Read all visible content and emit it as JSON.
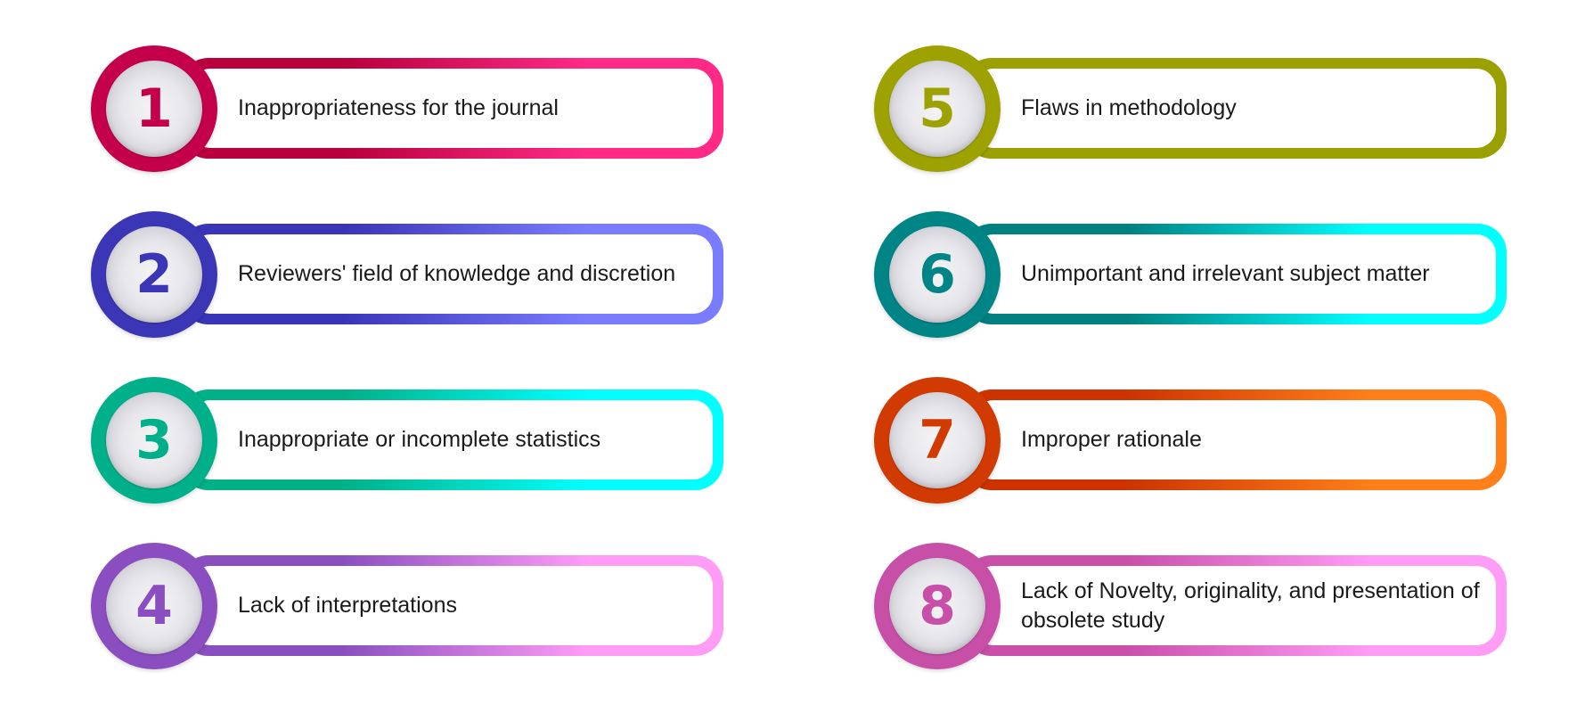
{
  "items": [
    {
      "number": "1",
      "text": "Inappropriateness for the journal",
      "color_start": "#b8003c",
      "color_end": "#ff2a86",
      "badge_color": "#c4004a"
    },
    {
      "number": "2",
      "text": "Reviewers' field of knowledge and discretion",
      "color_start": "#3a34b8",
      "color_end": "#7a7cff",
      "badge_color": "#3b36b6"
    },
    {
      "number": "3",
      "text": "Inappropriate or incomplete statistics",
      "color_start": "#00b086",
      "color_end": "#00ffff",
      "badge_color": "#00b08a"
    },
    {
      "number": "4",
      "text": "Lack of interpretations",
      "color_start": "#8a4fbf",
      "color_end": "#ff9cf6",
      "badge_color": "#8b4ec0"
    },
    {
      "number": "5",
      "text": "Flaws in methodology",
      "color_start": "#9aa000",
      "color_end": "#9aa000",
      "badge_color": "#9ea200"
    },
    {
      "number": "6",
      "text": "Unimportant and irrelevant subject matter",
      "color_start": "#008080",
      "color_end": "#00ffff",
      "badge_color": "#008587"
    },
    {
      "number": "7",
      "text": "Improper rationale",
      "color_start": "#cc3300",
      "color_end": "#ff7f1a",
      "badge_color": "#d13a00"
    },
    {
      "number": "8",
      "text": "Lack of Novelty, originality, and presentation of obsolete study",
      "color_start": "#c94fa9",
      "color_end": "#ff9cf6",
      "badge_color": "#c84fa8"
    }
  ]
}
